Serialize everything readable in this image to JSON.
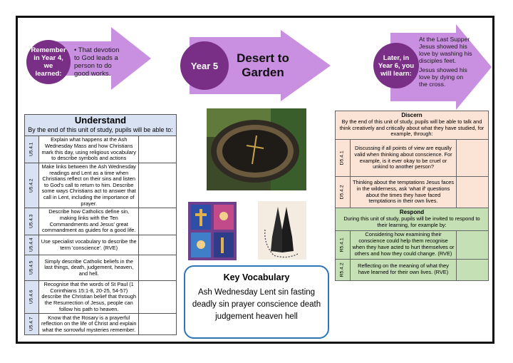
{
  "arrows": {
    "left": {
      "circle": [
        "Remember",
        "in Year 4,",
        "we",
        "learned:"
      ],
      "bullet": "•",
      "text": "That devotion to God leads a person to do good works."
    },
    "middle": {
      "circle": "Year 5",
      "title_line1": "Desert to",
      "title_line2": "Garden"
    },
    "right": {
      "circle": [
        "Later, in",
        "Year 6, you",
        "will learn:"
      ],
      "text1": "At the Last Supper Jesus showed his love by washing his disciples feet.",
      "text2": "Jesus showed his love by dying on the cross."
    }
  },
  "understand": {
    "title": "Understand",
    "subtitle": "By the end of this unit of study, pupils will be able to:",
    "rows": [
      {
        "code": "U5.4.1",
        "text": "Explain what happens at the Ash Wednesday Mass and how Christians mark this day, using religious vocabulary to describe symbols and actions"
      },
      {
        "code": "U5.4.2",
        "text": "Make links between the Ash Wednesday readings and Lent as a time when Christians reflect on their sins and listen to God's call to return to him. Describe some ways Christians act to answer that call in Lent, including the importance of prayer."
      },
      {
        "code": "U5.4.3",
        "text": "Describe how Catholics define sin, making links with the Ten Commandments and Jesus' great commandment as guides for a good life."
      },
      {
        "code": "U5.4.4",
        "text": "Use specialist vocabulary to describe the term 'conscience'. (RVE)"
      },
      {
        "code": "U5.4.5",
        "text": "Simply describe Catholic beliefs in the last things, death, judgement, heaven, and hell."
      },
      {
        "code": "U5.4.6",
        "text": "Recognise that the words of St Paul (1 Corinthians 15:1-8, 20-25, 54-57) describe the Christian belief that through the Resurrection of Jesus, people can follow his path to heaven."
      },
      {
        "code": "U5.4.7",
        "text": "Know that the Rosary is a prayerful reflection on the life of Christ and explain what the sorrowful mysteries remember."
      }
    ]
  },
  "discern": {
    "title": "Discern",
    "subtitle": "By the end of this unit of study, pupils will be able to talk and think creatively and critically about what they have studied, for example, through:",
    "rows": [
      {
        "code": "D5.4.1",
        "text": "Discussing if all points of view are equally valid when thinking about conscience. For example, is it ever okay to be cruel or unkind to another person?"
      },
      {
        "code": "D5.4.2",
        "text": "Thinking about the temptations Jesus faces in the wilderness, ask 'what if' questions about the times they have faced temptations in their own lives."
      }
    ]
  },
  "respond": {
    "title": "Respond",
    "subtitle": "During this unit of study, pupils will be invited to respond to their learning, for example by:",
    "rows": [
      {
        "code": "R5.4.1",
        "text": "Considering how examining their conscience could help them recognise when they have acted to hurt themselves or others and how they could change. (RVE)"
      },
      {
        "code": "R5.4.2",
        "text": "Reflecting on the meaning of what they have learned for their own lives. (RVE)"
      }
    ]
  },
  "vocabulary": {
    "title": "Key Vocabulary",
    "text": "Ash Wednesday  Lent  sin  fasting  deadly  sin  prayer  conscience  death  judgement  heaven  hell"
  },
  "colors": {
    "arrow": "#c98fe0",
    "circle": "#7a2f86",
    "understand": "#d9e2f3",
    "discern": "#fbe3d6",
    "respond": "#c5e0b4",
    "vocab_border": "#2e75b6"
  }
}
